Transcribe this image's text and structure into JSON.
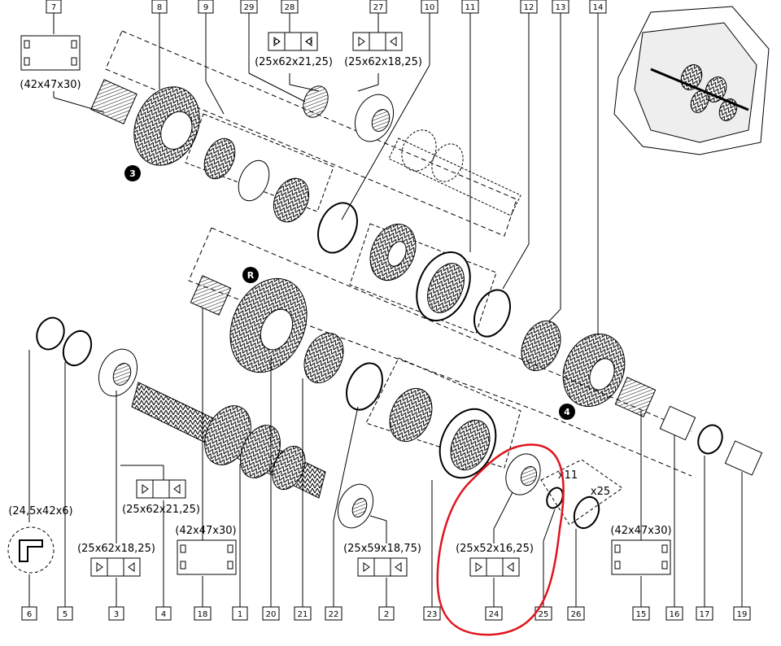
{
  "callouts_top": [
    {
      "id": "c7",
      "text": "7"
    },
    {
      "id": "c8",
      "text": "8"
    },
    {
      "id": "c9",
      "text": "9"
    },
    {
      "id": "c29",
      "text": "29"
    },
    {
      "id": "c28",
      "text": "28"
    },
    {
      "id": "c27",
      "text": "27"
    },
    {
      "id": "c10",
      "text": "10"
    },
    {
      "id": "c11",
      "text": "11"
    },
    {
      "id": "c12",
      "text": "12"
    },
    {
      "id": "c13",
      "text": "13"
    },
    {
      "id": "c14",
      "text": "14"
    }
  ],
  "callouts_bottom": [
    {
      "id": "b6",
      "text": "6"
    },
    {
      "id": "b5",
      "text": "5"
    },
    {
      "id": "b3",
      "text": "3"
    },
    {
      "id": "b4",
      "text": "4"
    },
    {
      "id": "b18",
      "text": "18"
    },
    {
      "id": "b1",
      "text": "1"
    },
    {
      "id": "b20",
      "text": "20"
    },
    {
      "id": "b21",
      "text": "21"
    },
    {
      "id": "b22",
      "text": "22"
    },
    {
      "id": "b2",
      "text": "2"
    },
    {
      "id": "b23",
      "text": "23"
    },
    {
      "id": "b24",
      "text": "24"
    },
    {
      "id": "b25",
      "text": "25"
    },
    {
      "id": "b26",
      "text": "26"
    },
    {
      "id": "b15",
      "text": "15"
    },
    {
      "id": "b16",
      "text": "16"
    },
    {
      "id": "b17",
      "text": "17"
    },
    {
      "id": "b19",
      "text": "19"
    }
  ],
  "dimensions": {
    "d7": "(42x47x30)",
    "d28": "(25x62x21,25)",
    "d27": "(25x62x18,25)",
    "d6": "(24,5x42x6)",
    "d4": "(25x62x21,25)",
    "d3": "(25x62x18,25)",
    "d18": "(42x47x30)",
    "d2": "(25x59x18,75)",
    "d24": "(25x52x16,25)",
    "d15": "(42x47x30)"
  },
  "quantities": {
    "q25": "x11",
    "q26": "x25"
  },
  "gear_badges": {
    "g3": "3",
    "gR": "R",
    "g4": "4"
  },
  "colors": {
    "line": "#000000",
    "highlight": "#e0141e",
    "background": "#ffffff"
  }
}
